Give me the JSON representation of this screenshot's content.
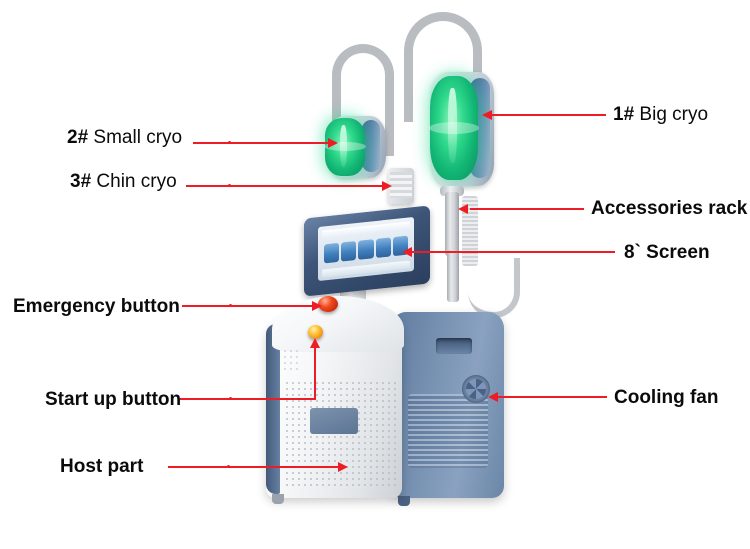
{
  "image": {
    "subject": "Cryolipolysis body slimming machine — annotated parts diagram",
    "background_color": "#ffffff",
    "callout_color": "#ee1c24"
  },
  "callouts": [
    {
      "id": "big-cryo",
      "num": "1#",
      "text": "Big cryo",
      "bold": false,
      "side": "right",
      "target": "big cryo applicator handle"
    },
    {
      "id": "small-cryo",
      "num": "2#",
      "text": "Small cryo",
      "bold": false,
      "side": "left",
      "target": "small cryo applicator handle"
    },
    {
      "id": "chin-cryo",
      "num": "3#",
      "text": "Chin cryo",
      "bold": false,
      "side": "left",
      "target": "chin cryo applicator"
    },
    {
      "id": "accessories-rack",
      "num": "",
      "text": "Accessories rack",
      "bold": true,
      "side": "right",
      "target": "vertical accessory pole"
    },
    {
      "id": "screen",
      "num": "",
      "text": "8` Screen",
      "bold": true,
      "side": "right",
      "target": "8 inch touch screen"
    },
    {
      "id": "emergency-button",
      "num": "",
      "text": "Emergency button",
      "bold": true,
      "side": "left",
      "target": "red emergency stop button"
    },
    {
      "id": "start-up-button",
      "num": "",
      "text": "Start up button",
      "bold": true,
      "side": "left",
      "target": "orange start up button"
    },
    {
      "id": "host-part",
      "num": "",
      "text": "Host part",
      "bold": true,
      "side": "left",
      "target": "main machine housing"
    },
    {
      "id": "cooling-fan",
      "num": "",
      "text": "Cooling fan",
      "bold": true,
      "side": "right",
      "target": "circular cooling fan grille"
    }
  ],
  "machine": {
    "screen": {
      "icon_count": 5,
      "icon_color": "#3f7fbe",
      "bezel_color": "#2b3f5e"
    },
    "applicators": {
      "glow_color": "#2fd98c",
      "shell_color": "#dfe3e8",
      "accent_color": "#5e81ae"
    },
    "housing": {
      "front_color": "#f1f3f5",
      "side_color": "#7791b2",
      "edge_color": "#44597a"
    },
    "buttons": {
      "emergency_color": "#f04a1e",
      "start_color": "#ffbe2e"
    }
  }
}
